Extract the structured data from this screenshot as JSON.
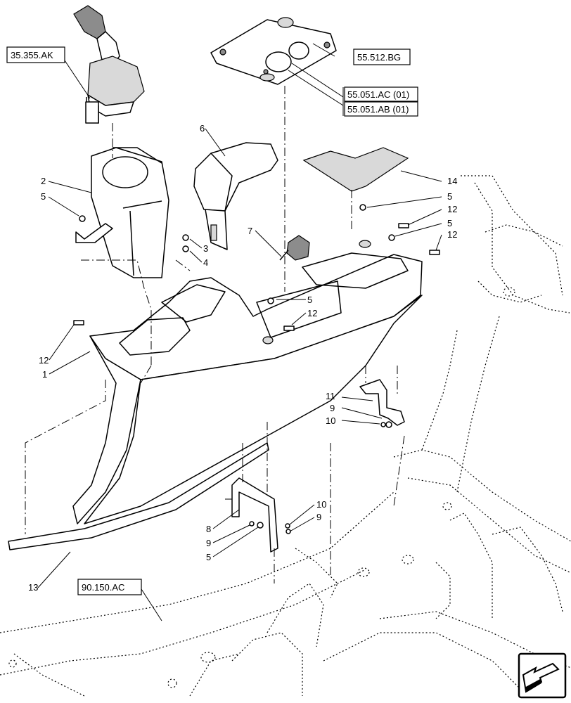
{
  "diagram": {
    "references": [
      {
        "id": "ref-35-355-ak",
        "label": "35.355.AK"
      },
      {
        "id": "ref-55-512-bg",
        "label": "55.512.BG"
      },
      {
        "id": "ref-55-051-ac",
        "label": "55.051.AC (01)"
      },
      {
        "id": "ref-55-051-ab",
        "label": "55.051.AB (01)"
      },
      {
        "id": "ref-90-150-ac",
        "label": "90.150.AC"
      }
    ],
    "callouts": [
      {
        "id": "c1",
        "label": "1"
      },
      {
        "id": "c2",
        "label": "2"
      },
      {
        "id": "c3",
        "label": "3"
      },
      {
        "id": "c4",
        "label": "4"
      },
      {
        "id": "c5a",
        "label": "5"
      },
      {
        "id": "c5b",
        "label": "5"
      },
      {
        "id": "c5c",
        "label": "5"
      },
      {
        "id": "c5d",
        "label": "5"
      },
      {
        "id": "c5e",
        "label": "5"
      },
      {
        "id": "c6",
        "label": "6"
      },
      {
        "id": "c7",
        "label": "7"
      },
      {
        "id": "c8",
        "label": "8"
      },
      {
        "id": "c9a",
        "label": "9"
      },
      {
        "id": "c9b",
        "label": "9"
      },
      {
        "id": "c9c",
        "label": "9"
      },
      {
        "id": "c10a",
        "label": "10"
      },
      {
        "id": "c10b",
        "label": "10"
      },
      {
        "id": "c11",
        "label": "11"
      },
      {
        "id": "c12a",
        "label": "12"
      },
      {
        "id": "c12b",
        "label": "12"
      },
      {
        "id": "c12c",
        "label": "12"
      },
      {
        "id": "c12d",
        "label": "12"
      },
      {
        "id": "c13",
        "label": "13"
      },
      {
        "id": "c14",
        "label": "14"
      }
    ],
    "nav_icon": "arrow-back-icon"
  }
}
